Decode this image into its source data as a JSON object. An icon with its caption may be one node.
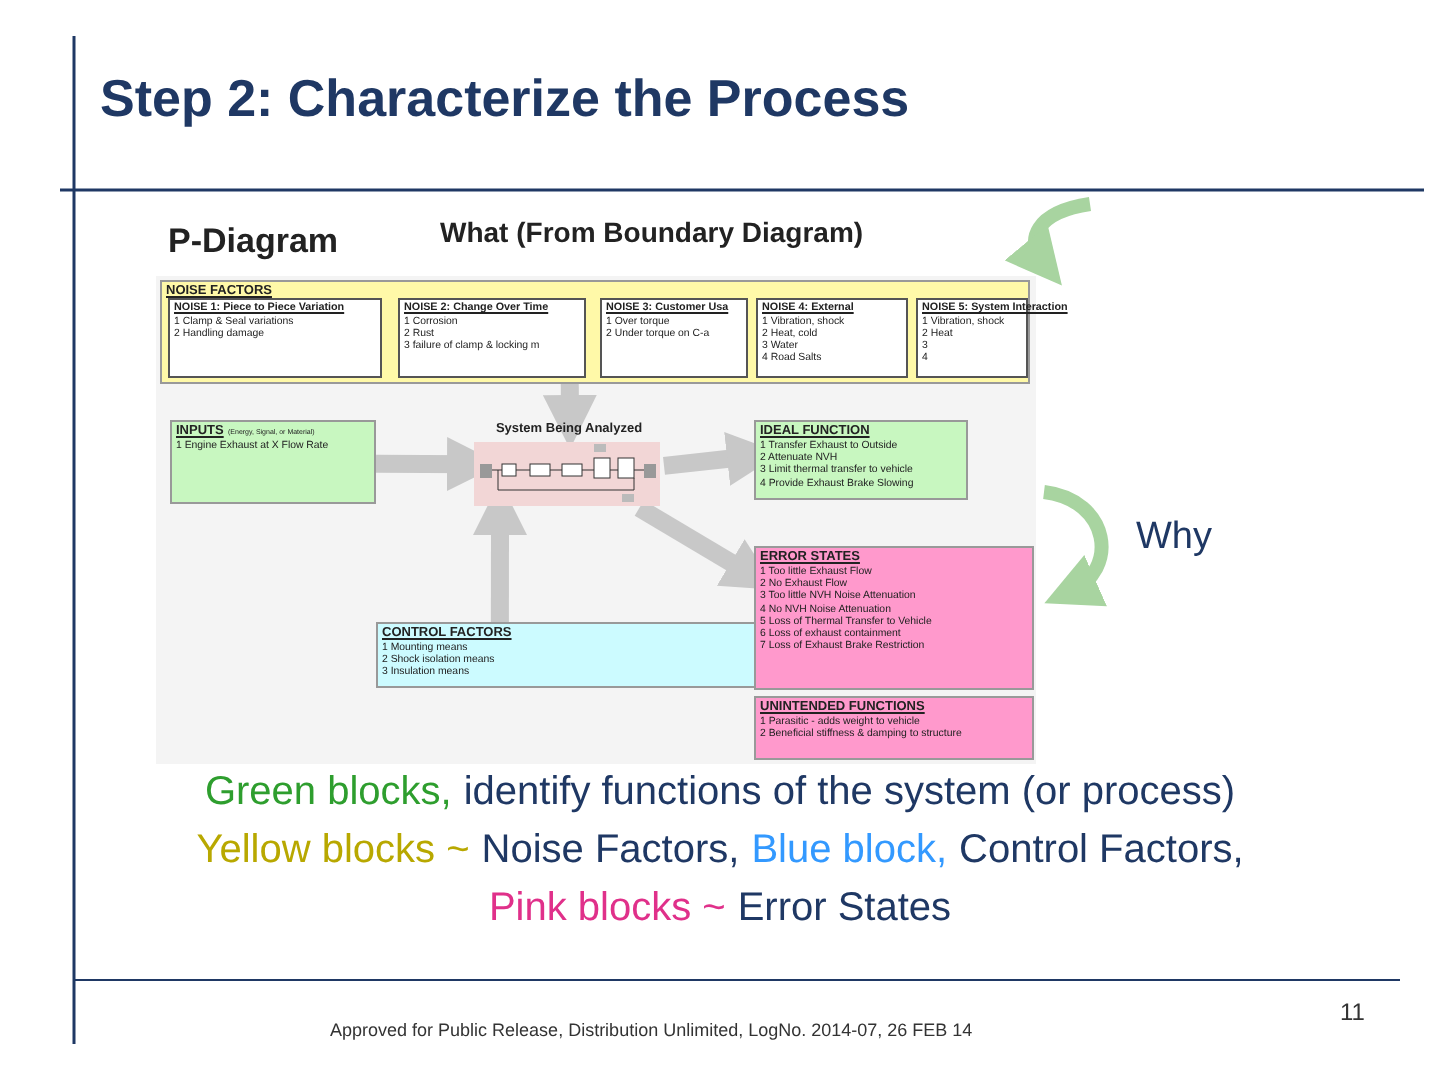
{
  "diagram": {
    "title": "Step 2: Characterize the Process",
    "nodes": [
      {
        "text": [
          "NOISE FACTORS"
        ]
      },
      {
        "text": [
          "NOISE 1: Piece to Piece Variation",
          "1 Clamp & Seal variations",
          "2 Handling damage"
        ],
        "in": 0
      },
      {
        "text": [
          "NOISE 2: Change Over Time",
          "1 Corrosion",
          "2 Rust",
          "3 failure of clamp & locking m"
        ],
        "in": 0
      },
      {
        "text": [
          "NOISE 3: Customer Usa",
          "1 Over torque",
          "2 Under torque on C-a"
        ],
        "in": 0
      },
      {
        "text": [
          "NOISE 4: External",
          "1 Vibration, shock",
          "2 Heat, cold",
          "3 Water",
          "4 Road Salts"
        ],
        "in": 0
      },
      {
        "text": [
          "NOISE 5: System Interaction",
          "1 Vibration, shock",
          "2 Heat",
          "3",
          "4"
        ],
        "in": 0
      },
      {
        "text": [
          "INPUTS",
          "(Energy, Signal, or Material)",
          "1 Engine Exhaust at X Flow Rate"
        ]
      },
      {
        "text": [
          "System Being Analyzed"
        ]
      },
      {
        "text": [
          "IDEAL FUNCTION",
          "1 Transfer Exhaust to Outside",
          "2 Attenuate NVH",
          "3 Limit thermal transfer to vehicle",
          "4 Provide Exhaust Brake Slowing"
        ]
      },
      {
        "text": [
          "ERROR STATES",
          "1 Too little Exhaust Flow",
          "2 No Exhaust Flow",
          "3 Too little NVH Noise Attenuation",
          "4 No NVH Noise Attenuation",
          "5 Loss of Thermal Transfer to Vehicle",
          "6 Loss of exhaust containment",
          "7 Loss of Exhaust Brake Restriction"
        ]
      },
      {
        "text": [
          "CONTROL FACTORS",
          "1 Mounting means",
          "2 Shock isolation means",
          "3 Insulation means"
        ]
      },
      {
        "text": [
          "UNINTENDED FUNCTIONS",
          "1 Parasitic - adds weight to vehicle",
          "2 Beneficial stiffness & damping to structure"
        ]
      }
    ],
    "edges": [
      {
        "from": 0,
        "to": 7,
        "arrow": "to"
      },
      {
        "from": 6,
        "to": 7,
        "arrow": "to"
      },
      {
        "from": 7,
        "to": 8,
        "arrow": "to"
      },
      {
        "from": 7,
        "to": 9,
        "arrow": "to"
      },
      {
        "from": 10,
        "to": 7,
        "arrow": "to"
      }
    ],
    "labels": [
      "P-Diagram",
      "What (From Boundary Diagram)",
      "Why",
      "Green blocks,",
      "identify functions of the system (or process)",
      "Yellow blocks ~",
      "Noise Factors,",
      "Blue block,",
      "Control Factors,",
      "Pink blocks ~",
      "Error States",
      "11",
      "Approved for Public Release, Distribution Unlimited, LogNo. 2014-07, 26 FEB 14"
    ]
  }
}
